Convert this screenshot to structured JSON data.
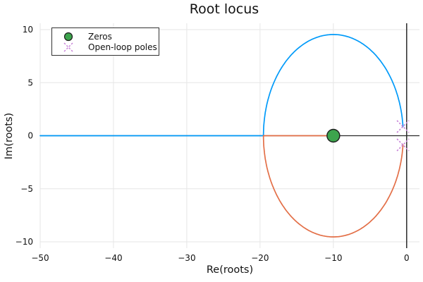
{
  "title": "Root locus",
  "legend": {
    "items": [
      {
        "label": "Zeros",
        "marker": "filled-circle"
      },
      {
        "label": "Open-loop poles",
        "marker": "x-cross"
      }
    ]
  },
  "colors": {
    "branch_upper": "#009af9",
    "branch_lower": "#e36f47",
    "zero_marker_fill": "#3da44d",
    "zero_marker_edge": "#1d1d1d",
    "pole_marker": "#c985d9",
    "axis_line": "#2a2a2a",
    "gridline": "#e6e6e6",
    "text": "#111111",
    "background": "#ffffff"
  },
  "chart_data": {
    "type": "line",
    "title": "Root locus",
    "xlabel": "Re(roots)",
    "ylabel": "Im(roots)",
    "xlim": [
      -50,
      1.75
    ],
    "ylim": [
      -10.6,
      10.6
    ],
    "xtick_values": [
      -50,
      -40,
      -30,
      -20,
      -10,
      0
    ],
    "xtick_labels": [
      "−50",
      "−40",
      "−30",
      "−20",
      "−10",
      "0"
    ],
    "ytick_values": [
      -10,
      -5,
      0,
      5,
      10
    ],
    "ytick_labels": [
      "−10",
      "−5",
      "0",
      "5",
      "10"
    ],
    "grid": true,
    "legend_position": "top-left",
    "axis_lines": {
      "vline_x": 0,
      "hline_y": 0
    },
    "zeros": [
      [
        -10,
        0
      ]
    ],
    "poles": [
      [
        -0.5,
        0.866
      ],
      [
        -0.5,
        -0.866
      ]
    ],
    "break_in_point": [
      -19.54,
      0
    ],
    "locus_circle": {
      "center": [
        -10,
        0
      ],
      "radius": 9.54
    },
    "series": [
      {
        "name": "branch-upper",
        "color_key": "branch_upper",
        "arc": {
          "center": [
            -10,
            0
          ],
          "radius": 9.54,
          "start_deg": 180,
          "end_deg": 5.21
        },
        "segment": [
          [
            -50,
            0
          ],
          [
            -19.54,
            0
          ]
        ]
      },
      {
        "name": "branch-lower",
        "color_key": "branch_lower",
        "arc": {
          "center": [
            -10,
            0
          ],
          "radius": 9.54,
          "start_deg": -180,
          "end_deg": -5.21
        },
        "segment": [
          [
            -19.54,
            0
          ],
          [
            -10,
            0
          ]
        ]
      }
    ]
  }
}
